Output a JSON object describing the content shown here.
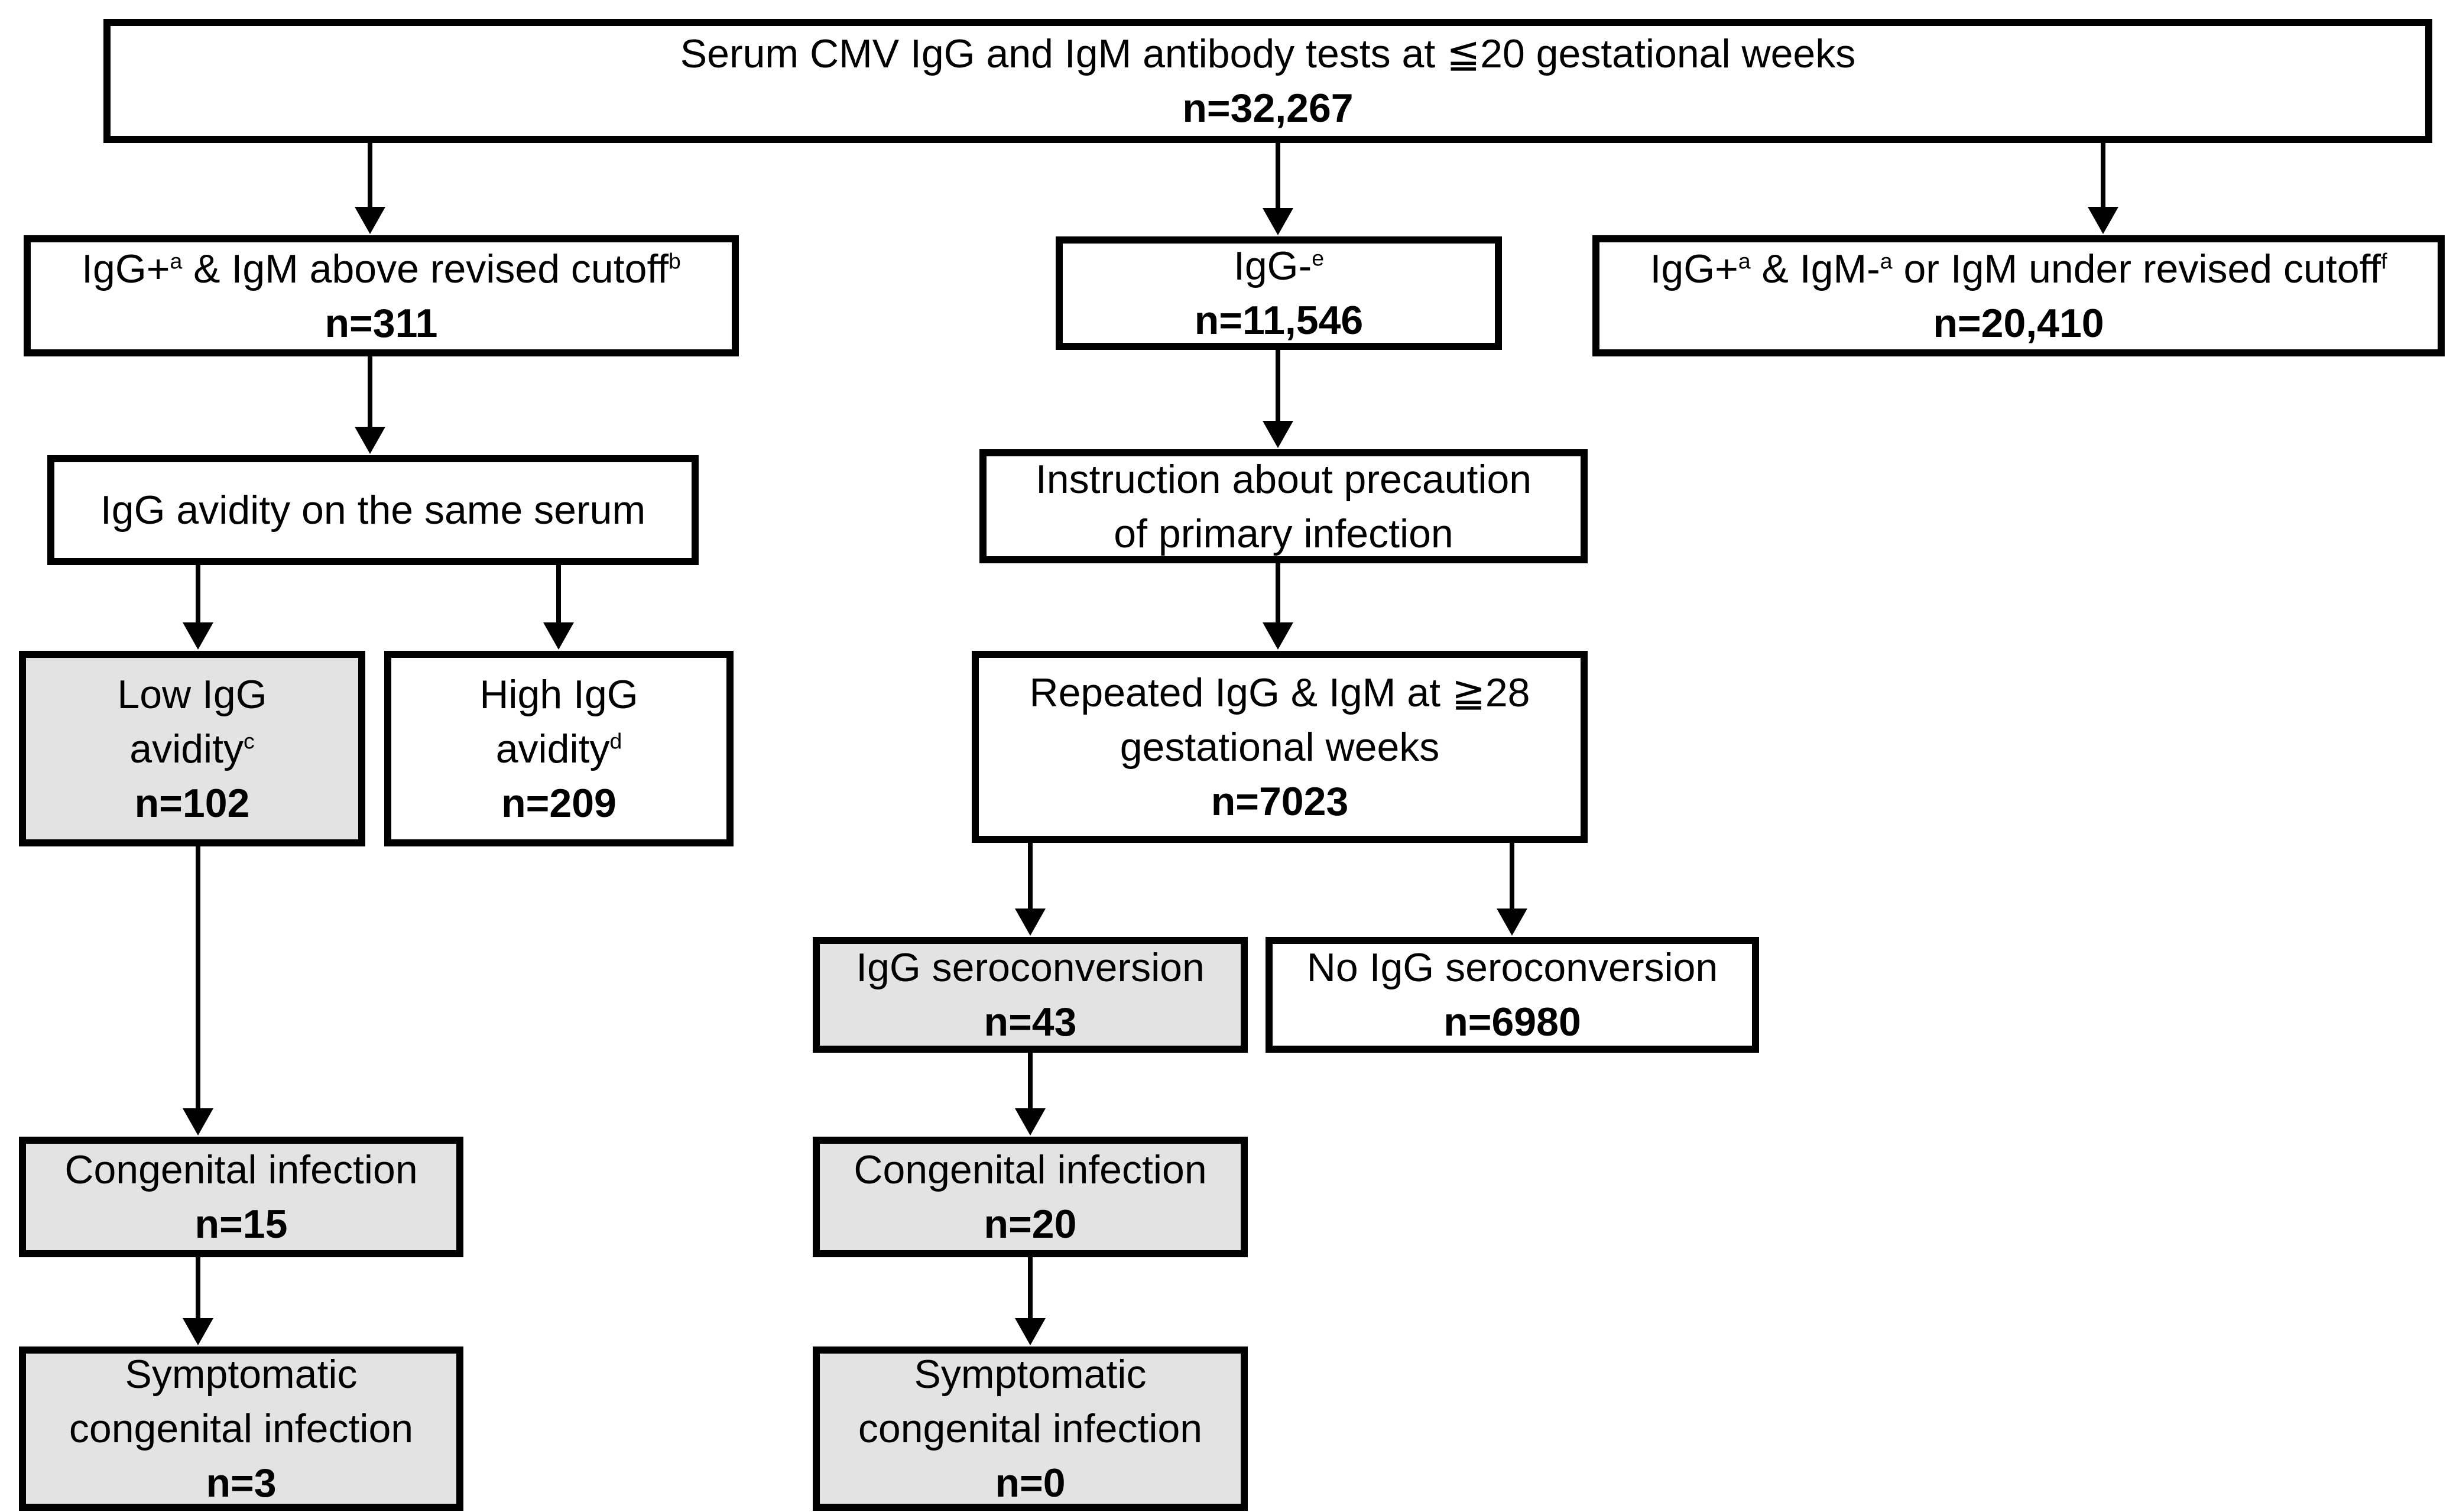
{
  "diagram_type": "flowchart",
  "colors": {
    "background": "#ffffff",
    "box_border": "#000000",
    "box_fill_white": "#ffffff",
    "box_fill_gray": "#e3e3e3",
    "text": "#000000"
  },
  "nodes": {
    "root": {
      "line1": "Serum CMV IgG and IgM antibody tests at ≦20 gestational weeks",
      "n": "n=32,267"
    },
    "b1": {
      "t1": "IgG+",
      "s1": "a",
      "t2": " & IgM above revised cutoff",
      "s2": "b",
      "n": "n=311"
    },
    "b2": {
      "t1": "IgG-",
      "s1": "e",
      "n": "n=11,546"
    },
    "b3": {
      "t1": "IgG+",
      "s1": "a",
      "t2": " & IgM-",
      "s2": "a",
      "t3": " or IgM under revised cutoff",
      "s3": "f",
      "n": "n=20,410"
    },
    "avidity": {
      "line1": "IgG avidity on the same serum"
    },
    "low": {
      "line1": "Low IgG",
      "t2": "avidity",
      "s2": "c",
      "n": "n=102"
    },
    "high": {
      "line1": "High IgG",
      "t2": "avidity",
      "s2": "d",
      "n": "n=209"
    },
    "instr": {
      "line1": "Instruction about precaution",
      "line2": "of primary infection"
    },
    "rep": {
      "line1": "Repeated IgG & IgM at ≧28",
      "line2": "gestational weeks",
      "n": "n=7023"
    },
    "sero": {
      "line1": "IgG seroconversion",
      "n": "n=43"
    },
    "nosero": {
      "line1": "No IgG seroconversion",
      "n": "n=6980"
    },
    "cong15": {
      "line1": "Congenital infection",
      "n": "n=15"
    },
    "cong20": {
      "line1": "Congenital infection",
      "n": "n=20"
    },
    "symp3": {
      "line1": "Symptomatic",
      "line2": "congenital infection",
      "n": "n=3"
    },
    "symp0": {
      "line1": "Symptomatic",
      "line2": "congenital infection",
      "n": "n=0"
    }
  },
  "edges": [
    [
      "root",
      "b1"
    ],
    [
      "root",
      "b2"
    ],
    [
      "root",
      "b3"
    ],
    [
      "b1",
      "avidity"
    ],
    [
      "avidity",
      "low"
    ],
    [
      "avidity",
      "high"
    ],
    [
      "b2",
      "instr"
    ],
    [
      "instr",
      "rep"
    ],
    [
      "rep",
      "sero"
    ],
    [
      "rep",
      "nosero"
    ],
    [
      "low",
      "cong15"
    ],
    [
      "cong15",
      "symp3"
    ],
    [
      "sero",
      "cong20"
    ],
    [
      "cong20",
      "symp0"
    ]
  ]
}
